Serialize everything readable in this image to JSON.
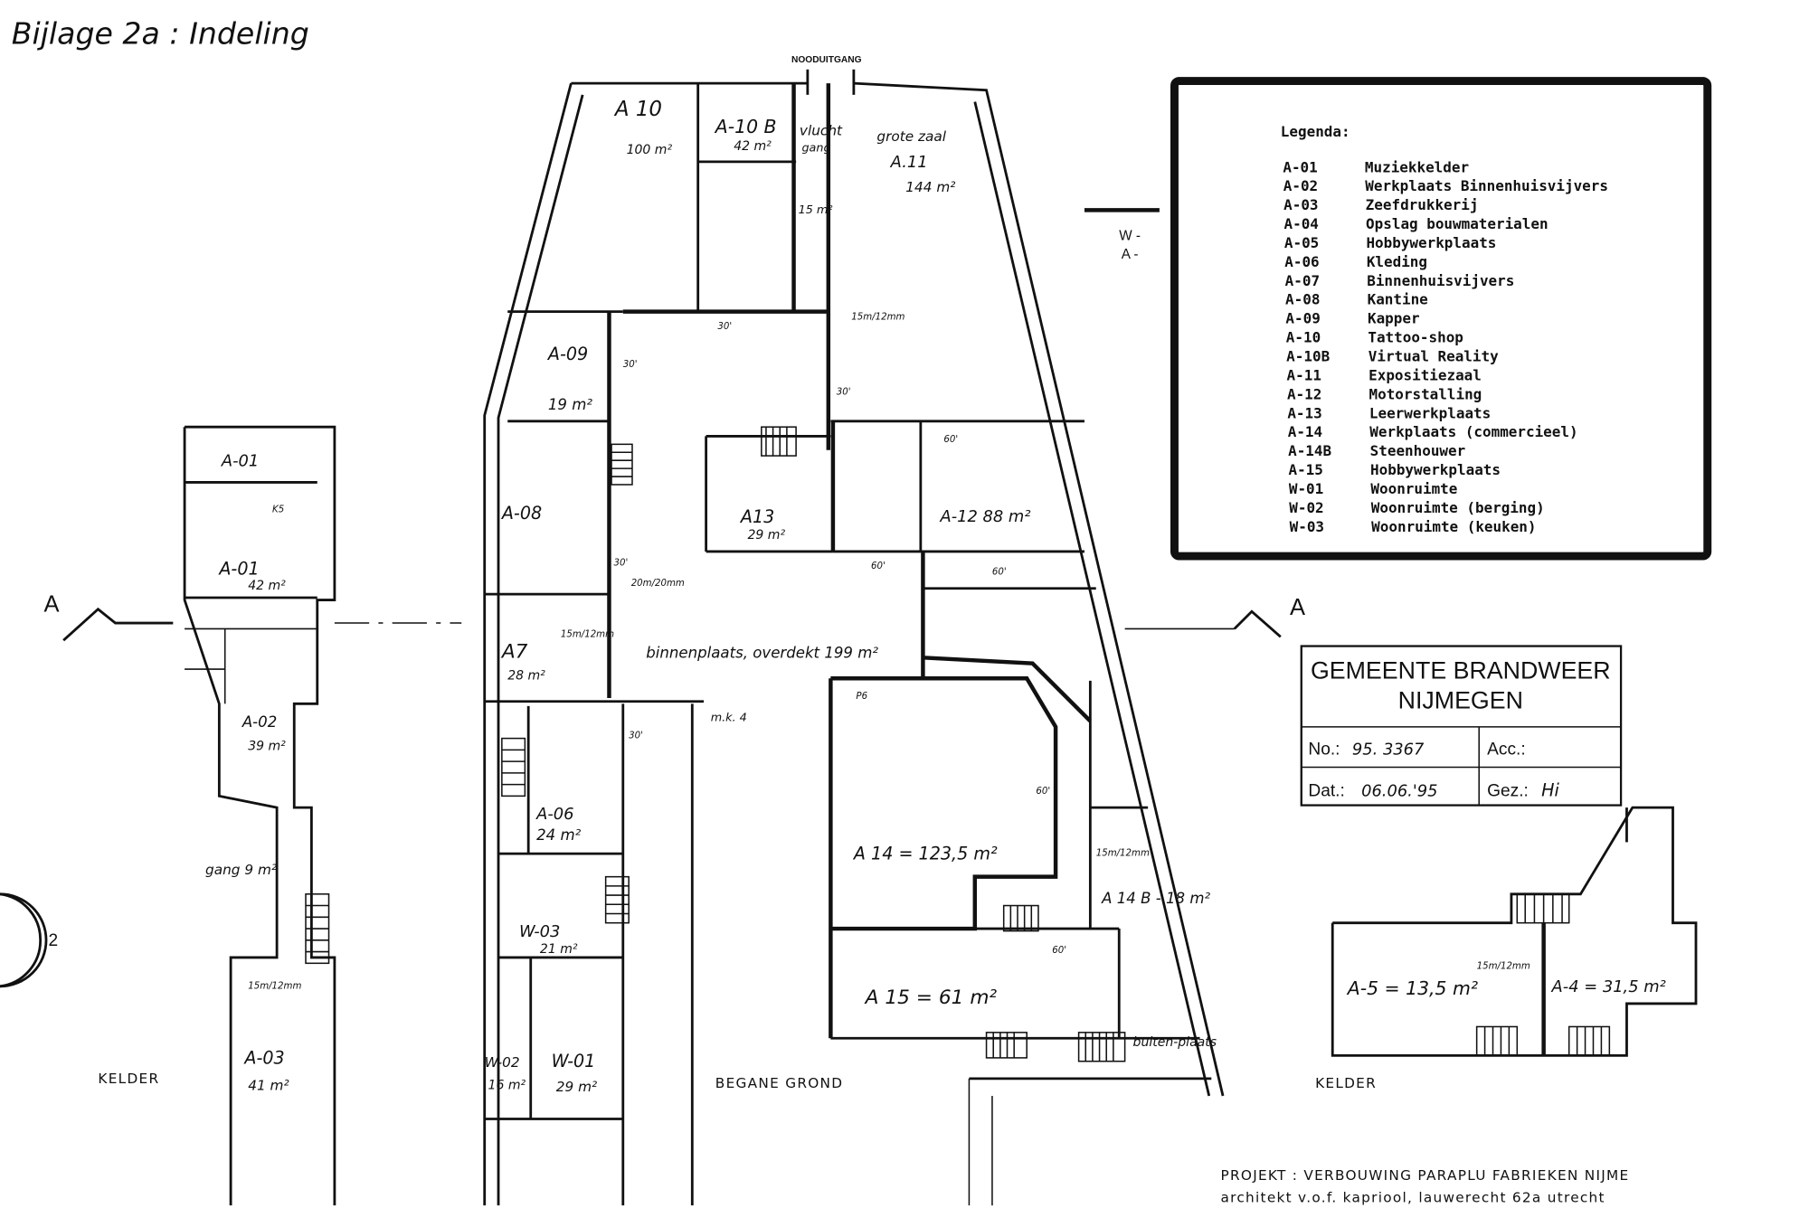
{
  "title": "Bijlage 2a : Indeling",
  "emergency_exit": "NOODUITGANG",
  "section_marks": {
    "left": "A",
    "right": "A",
    "circle": "2",
    "wa_w": "W -",
    "wa_a": "A -"
  },
  "floor_labels": {
    "kelder_left": "KELDER",
    "begane_grond": "BEGANE GROND",
    "kelder_right": "KELDER"
  },
  "rooms": {
    "a10": "A 10",
    "a10_area": "100 m²",
    "a10b": "A-10 B",
    "a10b_area": "42 m²",
    "vlucht": "vlucht",
    "vlucht2": "gang",
    "a11_name": "grote zaal",
    "a11": "A.11",
    "a11_area": "144 m²",
    "corridor_area": "15 m²",
    "a09": "A-09",
    "a09_area": "19 m²",
    "a08": "A-08",
    "a13": "A13",
    "a13_area": "29 m²",
    "a12": "A-12  88 m²",
    "a7": "A7",
    "a7_area": "28 m²",
    "binnenplaats": "binnenplaats, overdekt 199 m²",
    "mk": "m.k. 4",
    "a06": "A-06",
    "a06_area": "24 m²",
    "w03": "W-03",
    "w03_area": "21 m²",
    "w02": "W-02",
    "w02_area": "16 m²",
    "w01": "W-01",
    "w01_area": "29 m²",
    "a14": "A 14 = 123,5 m²",
    "a14b": "A 14 B - 18 m²",
    "a15": "A 15 = 61 m²",
    "buitenplaats": "buiten-plaats",
    "a01_top": "A-01",
    "a01": "A-01",
    "a01_area": "42 m²",
    "a02": "A-02",
    "a02_area": "39 m²",
    "gang": "gang 9 m²",
    "a03": "A-03",
    "a03_area": "41 m²",
    "a5": "A-5 = 13,5 m²",
    "a4": "A-4 = 31,5 m²"
  },
  "annotations": {
    "hose1": "15m/12mm",
    "hose2": "20m/20mm",
    "t30": "30'",
    "t60": "60'",
    "p6": "P6",
    "k5": "K5"
  },
  "legend": {
    "title": "Legenda:",
    "items": [
      {
        "code": "A-01",
        "name": "Muziekkelder"
      },
      {
        "code": "A-02",
        "name": "Werkplaats Binnenhuisvijvers"
      },
      {
        "code": "A-03",
        "name": "Zeefdrukkerij"
      },
      {
        "code": "A-04",
        "name": "Opslag bouwmaterialen"
      },
      {
        "code": "A-05",
        "name": "Hobbywerkplaats"
      },
      {
        "code": "A-06",
        "name": "Kleding"
      },
      {
        "code": "A-07",
        "name": "Binnenhuisvijvers"
      },
      {
        "code": "A-08",
        "name": "Kantine"
      },
      {
        "code": "A-09",
        "name": "Kapper"
      },
      {
        "code": "A-10",
        "name": "Tattoo-shop"
      },
      {
        "code": "A-10B",
        "name": "Virtual Reality"
      },
      {
        "code": "A-11",
        "name": "Expositiezaal"
      },
      {
        "code": "A-12",
        "name": "Motorstalling"
      },
      {
        "code": "A-13",
        "name": "Leerwerkplaats"
      },
      {
        "code": "A-14",
        "name": "Werkplaats (commercieel)"
      },
      {
        "code": "A-14B",
        "name": "Steenhouwer"
      },
      {
        "code": "A-15",
        "name": "Hobbywerkplaats"
      },
      {
        "code": "W-01",
        "name": "Woonruimte"
      },
      {
        "code": "W-02",
        "name": "Woonruimte (berging)"
      },
      {
        "code": "W-03",
        "name": "Woonruimte (keuken)"
      }
    ]
  },
  "stamp": {
    "org1": "GEMEENTE BRANDWEER",
    "org2": "NIJMEGEN",
    "no_label": "No.:",
    "no_value": "95. 3367",
    "acc_label": "Acc.:",
    "dat_label": "Dat.:",
    "dat_value": "06.06.'95",
    "gez_label": "Gez.:",
    "gez_value": "Hi"
  },
  "project": {
    "line1": "PROJEKT :  VERBOUWING  PARAPLU FABRIEKEN  NIJME",
    "line2": "architekt   v.o.f. kapriool, lauwerecht 62a  utrecht"
  }
}
